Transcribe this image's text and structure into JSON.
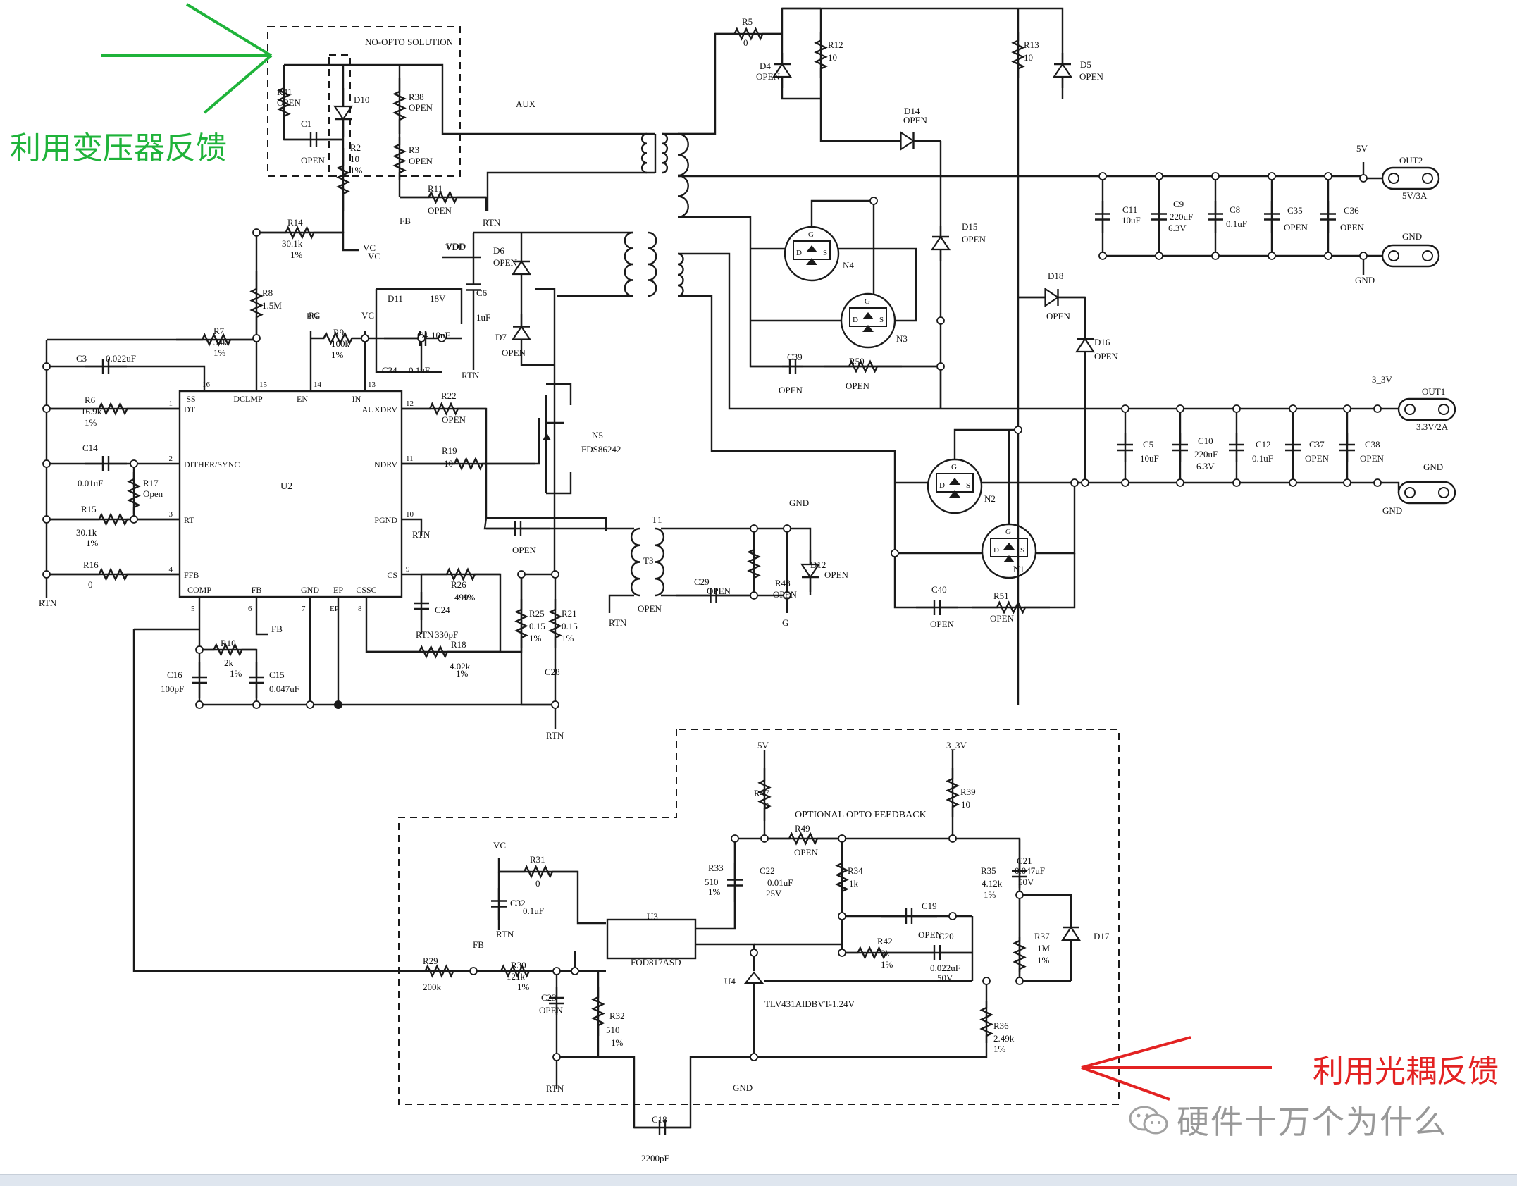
{
  "annotations": {
    "transformer_feedback": "利用变压器反馈",
    "opto_feedback": "利用光耦反馈",
    "green": "#1fb33a",
    "red": "#e32222"
  },
  "watermark": {
    "text": "硬件十万个为什么"
  },
  "section_titles": {
    "no_opto": "NO-OPTO SOLUTION",
    "optional_opto": "OPTIONAL OPTO FEEDBACK"
  },
  "controller": {
    "ref": "U2",
    "pins": [
      {
        "num": "16",
        "name": "SS"
      },
      {
        "num": "15",
        "name": "DCLMP"
      },
      {
        "num": "14",
        "name": "EN"
      },
      {
        "num": "13",
        "name": "IN"
      },
      {
        "num": "1",
        "name": "DT"
      },
      {
        "num": "2",
        "name": "DITHER/SYNC"
      },
      {
        "num": "3",
        "name": "RT"
      },
      {
        "num": "4",
        "name": "FFB"
      },
      {
        "num": "5",
        "name": "COMP"
      },
      {
        "num": "6",
        "name": "FB"
      },
      {
        "num": "7",
        "name": "GND"
      },
      {
        "num": "EP",
        "name": "EP"
      },
      {
        "num": "8",
        "name": "CSSC"
      },
      {
        "num": "12",
        "name": "AUXDRV"
      },
      {
        "num": "11",
        "name": "NDRV"
      },
      {
        "num": "10",
        "name": "PGND"
      },
      {
        "num": "9",
        "name": "CS"
      }
    ]
  },
  "nets": {
    "aux": "AUX",
    "vdd": "VDD",
    "vc": "VC",
    "pg": "PG",
    "rtn": "RTN",
    "fb": "FB",
    "gnd": "GND",
    "g": "G",
    "v5": "5V",
    "v33": "3_3V"
  },
  "outputs": {
    "out2": {
      "ref": "OUT2",
      "rating": "5V/3A",
      "pos": "5V",
      "neg": "GND"
    },
    "out1": {
      "ref": "OUT1",
      "rating": "3.3V/2A",
      "pos": "3_3V",
      "neg": "GND"
    }
  },
  "labels": [
    {
      "t": "R41"
    },
    {
      "t": "OPEN"
    },
    {
      "t": "C1"
    },
    {
      "t": "OPEN"
    },
    {
      "t": "D10"
    },
    {
      "t": "R2"
    },
    {
      "t": "10"
    },
    {
      "t": "1%"
    },
    {
      "t": "R38"
    },
    {
      "t": "OPEN"
    },
    {
      "t": "R3"
    },
    {
      "t": "OPEN"
    },
    {
      "t": "R11"
    },
    {
      "t": "OPEN"
    },
    {
      "t": "FB"
    },
    {
      "t": "RTN"
    },
    {
      "t": "R14"
    },
    {
      "t": "30.1k"
    },
    {
      "t": "1%"
    },
    {
      "t": "VC"
    },
    {
      "t": "VDD"
    },
    {
      "t": "R8"
    },
    {
      "t": "1.5M"
    },
    {
      "t": "PG"
    },
    {
      "t": "R9"
    },
    {
      "t": "100k"
    },
    {
      "t": "1%"
    },
    {
      "t": "VC"
    },
    {
      "t": "D11"
    },
    {
      "t": "18V"
    },
    {
      "t": "C4"
    },
    {
      "t": "10uF"
    },
    {
      "t": "C34"
    },
    {
      "t": "0.1uF"
    },
    {
      "t": "RTN"
    },
    {
      "t": "C6"
    },
    {
      "t": "1uF"
    },
    {
      "t": "D6"
    },
    {
      "t": "OPEN"
    },
    {
      "t": "D7"
    },
    {
      "t": "OPEN"
    },
    {
      "t": "C3"
    },
    {
      "t": "0.022uF"
    },
    {
      "t": "R7"
    },
    {
      "t": "34k"
    },
    {
      "t": "1%"
    },
    {
      "t": "R6"
    },
    {
      "t": "16.9k"
    },
    {
      "t": "1%"
    },
    {
      "t": "C14"
    },
    {
      "t": "0.01uF"
    },
    {
      "t": "R17"
    },
    {
      "t": "Open"
    },
    {
      "t": "R15"
    },
    {
      "t": "30.1k"
    },
    {
      "t": "1%"
    },
    {
      "t": "R16"
    },
    {
      "t": "0"
    },
    {
      "t": "RTN"
    },
    {
      "t": "R22"
    },
    {
      "t": "OPEN"
    },
    {
      "t": "R19"
    },
    {
      "t": "10"
    },
    {
      "t": "RTN"
    },
    {
      "t": "R26"
    },
    {
      "t": "499"
    },
    {
      "t": "1%"
    },
    {
      "t": "C24"
    },
    {
      "t": "330pF"
    },
    {
      "t": "RTN"
    },
    {
      "t": "R18"
    },
    {
      "t": "4.02k"
    },
    {
      "t": "1%"
    },
    {
      "t": "R25"
    },
    {
      "t": "0.15"
    },
    {
      "t": "1%"
    },
    {
      "t": "R21"
    },
    {
      "t": "0.15"
    },
    {
      "t": "1%"
    },
    {
      "t": "RTN"
    },
    {
      "t": "R10"
    },
    {
      "t": "2k"
    },
    {
      "t": "1%"
    },
    {
      "t": "C16"
    },
    {
      "t": "100pF"
    },
    {
      "t": "C15"
    },
    {
      "t": "0.047uF"
    },
    {
      "t": "FB"
    },
    {
      "t": "N5"
    },
    {
      "t": "FDS86242"
    },
    {
      "t": "T1"
    },
    {
      "t": "T3"
    },
    {
      "t": "C28"
    },
    {
      "t": "OPEN"
    },
    {
      "t": "OPEN"
    },
    {
      "t": "RTN"
    },
    {
      "t": "C29"
    },
    {
      "t": "OPEN"
    },
    {
      "t": "R48"
    },
    {
      "t": "OPEN"
    },
    {
      "t": "D12"
    },
    {
      "t": "OPEN"
    },
    {
      "t": "GND"
    },
    {
      "t": "G"
    },
    {
      "t": "R5"
    },
    {
      "t": "0"
    },
    {
      "t": "D4"
    },
    {
      "t": "OPEN"
    },
    {
      "t": "R12"
    },
    {
      "t": "10"
    },
    {
      "t": "R13"
    },
    {
      "t": "10"
    },
    {
      "t": "D5"
    },
    {
      "t": "OPEN"
    },
    {
      "t": "D14"
    },
    {
      "t": "OPEN"
    },
    {
      "t": "D15"
    },
    {
      "t": "OPEN"
    },
    {
      "t": "N4"
    },
    {
      "t": "N3"
    },
    {
      "t": "C39"
    },
    {
      "t": "OPEN"
    },
    {
      "t": "R50"
    },
    {
      "t": "OPEN"
    },
    {
      "t": "C11"
    },
    {
      "t": "10uF"
    },
    {
      "t": "C9"
    },
    {
      "t": "220uF"
    },
    {
      "t": "6.3V"
    },
    {
      "t": "C8"
    },
    {
      "t": "0.1uF"
    },
    {
      "t": "C35"
    },
    {
      "t": "OPEN"
    },
    {
      "t": "C36"
    },
    {
      "t": "OPEN"
    },
    {
      "t": "D18"
    },
    {
      "t": "OPEN"
    },
    {
      "t": "D16"
    },
    {
      "t": "OPEN"
    },
    {
      "t": "N2"
    },
    {
      "t": "N1"
    },
    {
      "t": "C40"
    },
    {
      "t": "OPEN"
    },
    {
      "t": "R51"
    },
    {
      "t": "OPEN"
    },
    {
      "t": "C5"
    },
    {
      "t": "10uF"
    },
    {
      "t": "C10"
    },
    {
      "t": "220uF"
    },
    {
      "t": "6.3V"
    },
    {
      "t": "C12"
    },
    {
      "t": "0.1uF"
    },
    {
      "t": "C37"
    },
    {
      "t": "OPEN"
    },
    {
      "t": "C38"
    },
    {
      "t": "OPEN"
    },
    {
      "t": "R47"
    },
    {
      "t": "0"
    },
    {
      "t": "R39"
    },
    {
      "t": "10"
    },
    {
      "t": "R49"
    },
    {
      "t": "OPEN"
    },
    {
      "t": "R33"
    },
    {
      "t": "510"
    },
    {
      "t": "1%"
    },
    {
      "t": "C22"
    },
    {
      "t": "0.01uF"
    },
    {
      "t": "25V"
    },
    {
      "t": "R34"
    },
    {
      "t": "1k"
    },
    {
      "t": "R35"
    },
    {
      "t": "4.12k"
    },
    {
      "t": "1%"
    },
    {
      "t": "C21"
    },
    {
      "t": "0.047uF"
    },
    {
      "t": "50V"
    },
    {
      "t": "C19"
    },
    {
      "t": "OPEN"
    },
    {
      "t": "R37"
    },
    {
      "t": "1M"
    },
    {
      "t": "1%"
    },
    {
      "t": "D17"
    },
    {
      "t": "R42"
    },
    {
      "t": "2k"
    },
    {
      "t": "1%"
    },
    {
      "t": "C20"
    },
    {
      "t": "0.022uF"
    },
    {
      "t": "50V"
    },
    {
      "t": "U3"
    },
    {
      "t": "FOD817ASD"
    },
    {
      "t": "U4"
    },
    {
      "t": "TLV431AIDBVT-1.24V"
    },
    {
      "t": "R36"
    },
    {
      "t": "2.49k"
    },
    {
      "t": "1%"
    },
    {
      "t": "VC"
    },
    {
      "t": "R31"
    },
    {
      "t": "0"
    },
    {
      "t": "C32"
    },
    {
      "t": "0.1uF"
    },
    {
      "t": "RTN"
    },
    {
      "t": "R29"
    },
    {
      "t": "200k"
    },
    {
      "t": "FB"
    },
    {
      "t": "R30"
    },
    {
      "t": "121k"
    },
    {
      "t": "1%"
    },
    {
      "t": "C23"
    },
    {
      "t": "OPEN"
    },
    {
      "t": "R32"
    },
    {
      "t": "510"
    },
    {
      "t": "1%"
    },
    {
      "t": "RTN"
    },
    {
      "t": "GND"
    },
    {
      "t": "C18"
    },
    {
      "t": "2200pF"
    },
    {
      "t": "5V"
    },
    {
      "t": "3_3V"
    }
  ]
}
